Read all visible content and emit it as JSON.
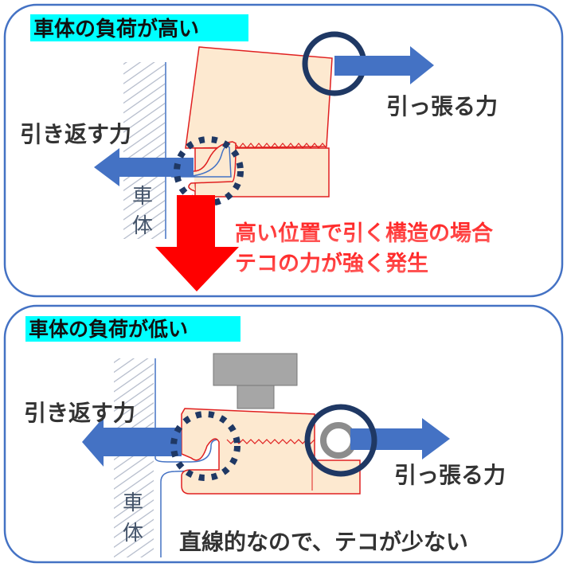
{
  "top_panel": {
    "title": "車体の負荷が高い",
    "pull_label": "引っ張る力",
    "return_label": "引き返す力",
    "body_char_1": "車",
    "body_char_2": "体",
    "note_line_1": "高い位置で引く構造の場合",
    "note_line_2": "テコの力が強く発生"
  },
  "bottom_panel": {
    "title": "車体の負荷が低い",
    "pull_label": "引っ張る力",
    "return_label": "引き返す力",
    "body_char_1": "車",
    "body_char_2": "体",
    "note": "直線的なので、テコが少ない"
  },
  "colors": {
    "panel_border": "#4472c4",
    "title_highlight": "#00ffff",
    "arrow_blue": "#4472c4",
    "circle_navy": "#1f3864",
    "block_fill": "#fde9d0",
    "block_stroke": "#e02020",
    "red_arrow": "#ff0000",
    "bolt_gray": "#a6a6a6"
  }
}
